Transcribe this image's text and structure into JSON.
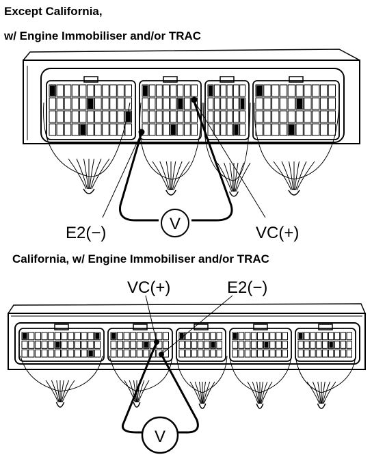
{
  "figure": {
    "top": {
      "title_line1": "Except California,",
      "title_line2": "w/ Engine Immobiliser and/or TRAC",
      "probe_negative": "E2(−)",
      "probe_positive": "VC(+)",
      "meter_symbol": "V"
    },
    "bottom": {
      "title": "California, w/ Engine Immobiliser and/or TRAC",
      "probe_positive": "VC(+)",
      "probe_negative": "E2(−)",
      "meter_symbol": "V"
    }
  },
  "icons": {
    "meter": "voltmeter-icon",
    "connector": "ecu-connector-icon",
    "probe_tip": "probe-tip-icon"
  },
  "colors": {
    "ink": "#000000",
    "background": "#ffffff"
  }
}
